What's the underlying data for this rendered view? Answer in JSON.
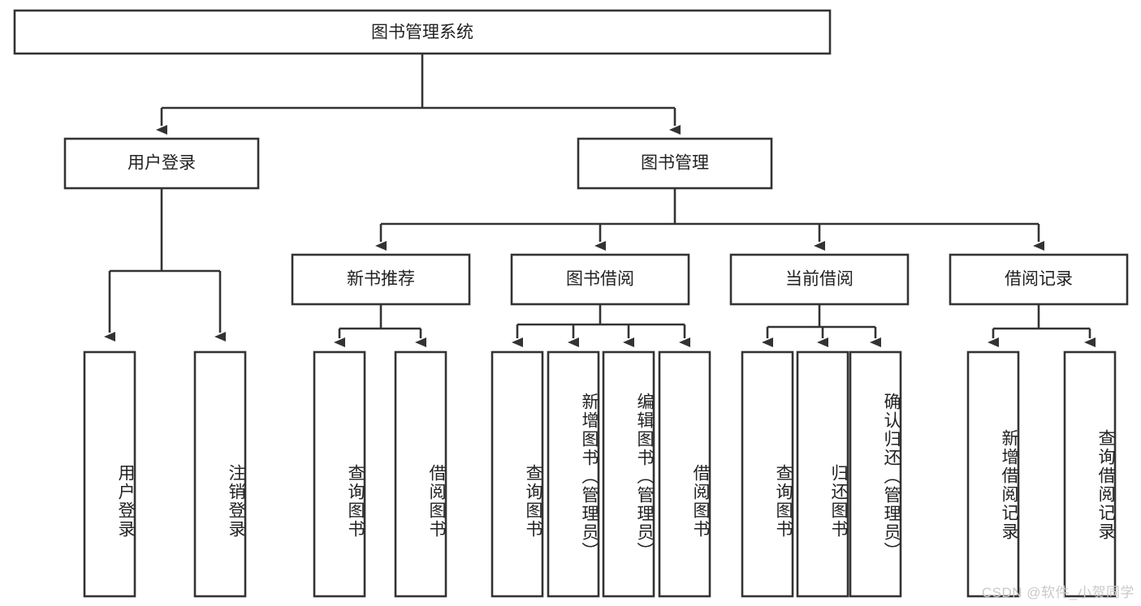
{
  "diagram": {
    "title": "图书管理系统",
    "type": "tree-hierarchy-diagram",
    "colors": {
      "box_stroke": "#333333",
      "box_fill": "#ffffff",
      "text": "#222222",
      "background": "#ffffff",
      "watermark": "#c9c9c9"
    },
    "root": {
      "label": "图书管理系统"
    },
    "level2": [
      {
        "label": "用户登录"
      },
      {
        "label": "图书管理"
      }
    ],
    "level3": [
      {
        "label": "新书推荐"
      },
      {
        "label": "图书借阅"
      },
      {
        "label": "当前借阅"
      },
      {
        "label": "借阅记录"
      }
    ],
    "leaves": {
      "user_login": [
        {
          "label": "用户登录"
        },
        {
          "label": "注销登录"
        }
      ],
      "new_book_recommend": [
        {
          "label": "查询图书"
        },
        {
          "label": "借阅图书"
        }
      ],
      "book_borrow": [
        {
          "label": "查询图书"
        },
        {
          "label": "新增图书（管理员）"
        },
        {
          "label": "编辑图书（管理员）"
        },
        {
          "label": "借阅图书"
        }
      ],
      "current_borrow": [
        {
          "label": "查询图书"
        },
        {
          "label": "归还图书"
        },
        {
          "label": "确认归还（管理员）"
        }
      ],
      "borrow_records": [
        {
          "label": "新增借阅记录"
        },
        {
          "label": "查询借阅记录"
        }
      ]
    },
    "watermark": "CSDN @软件_小贺同学"
  }
}
